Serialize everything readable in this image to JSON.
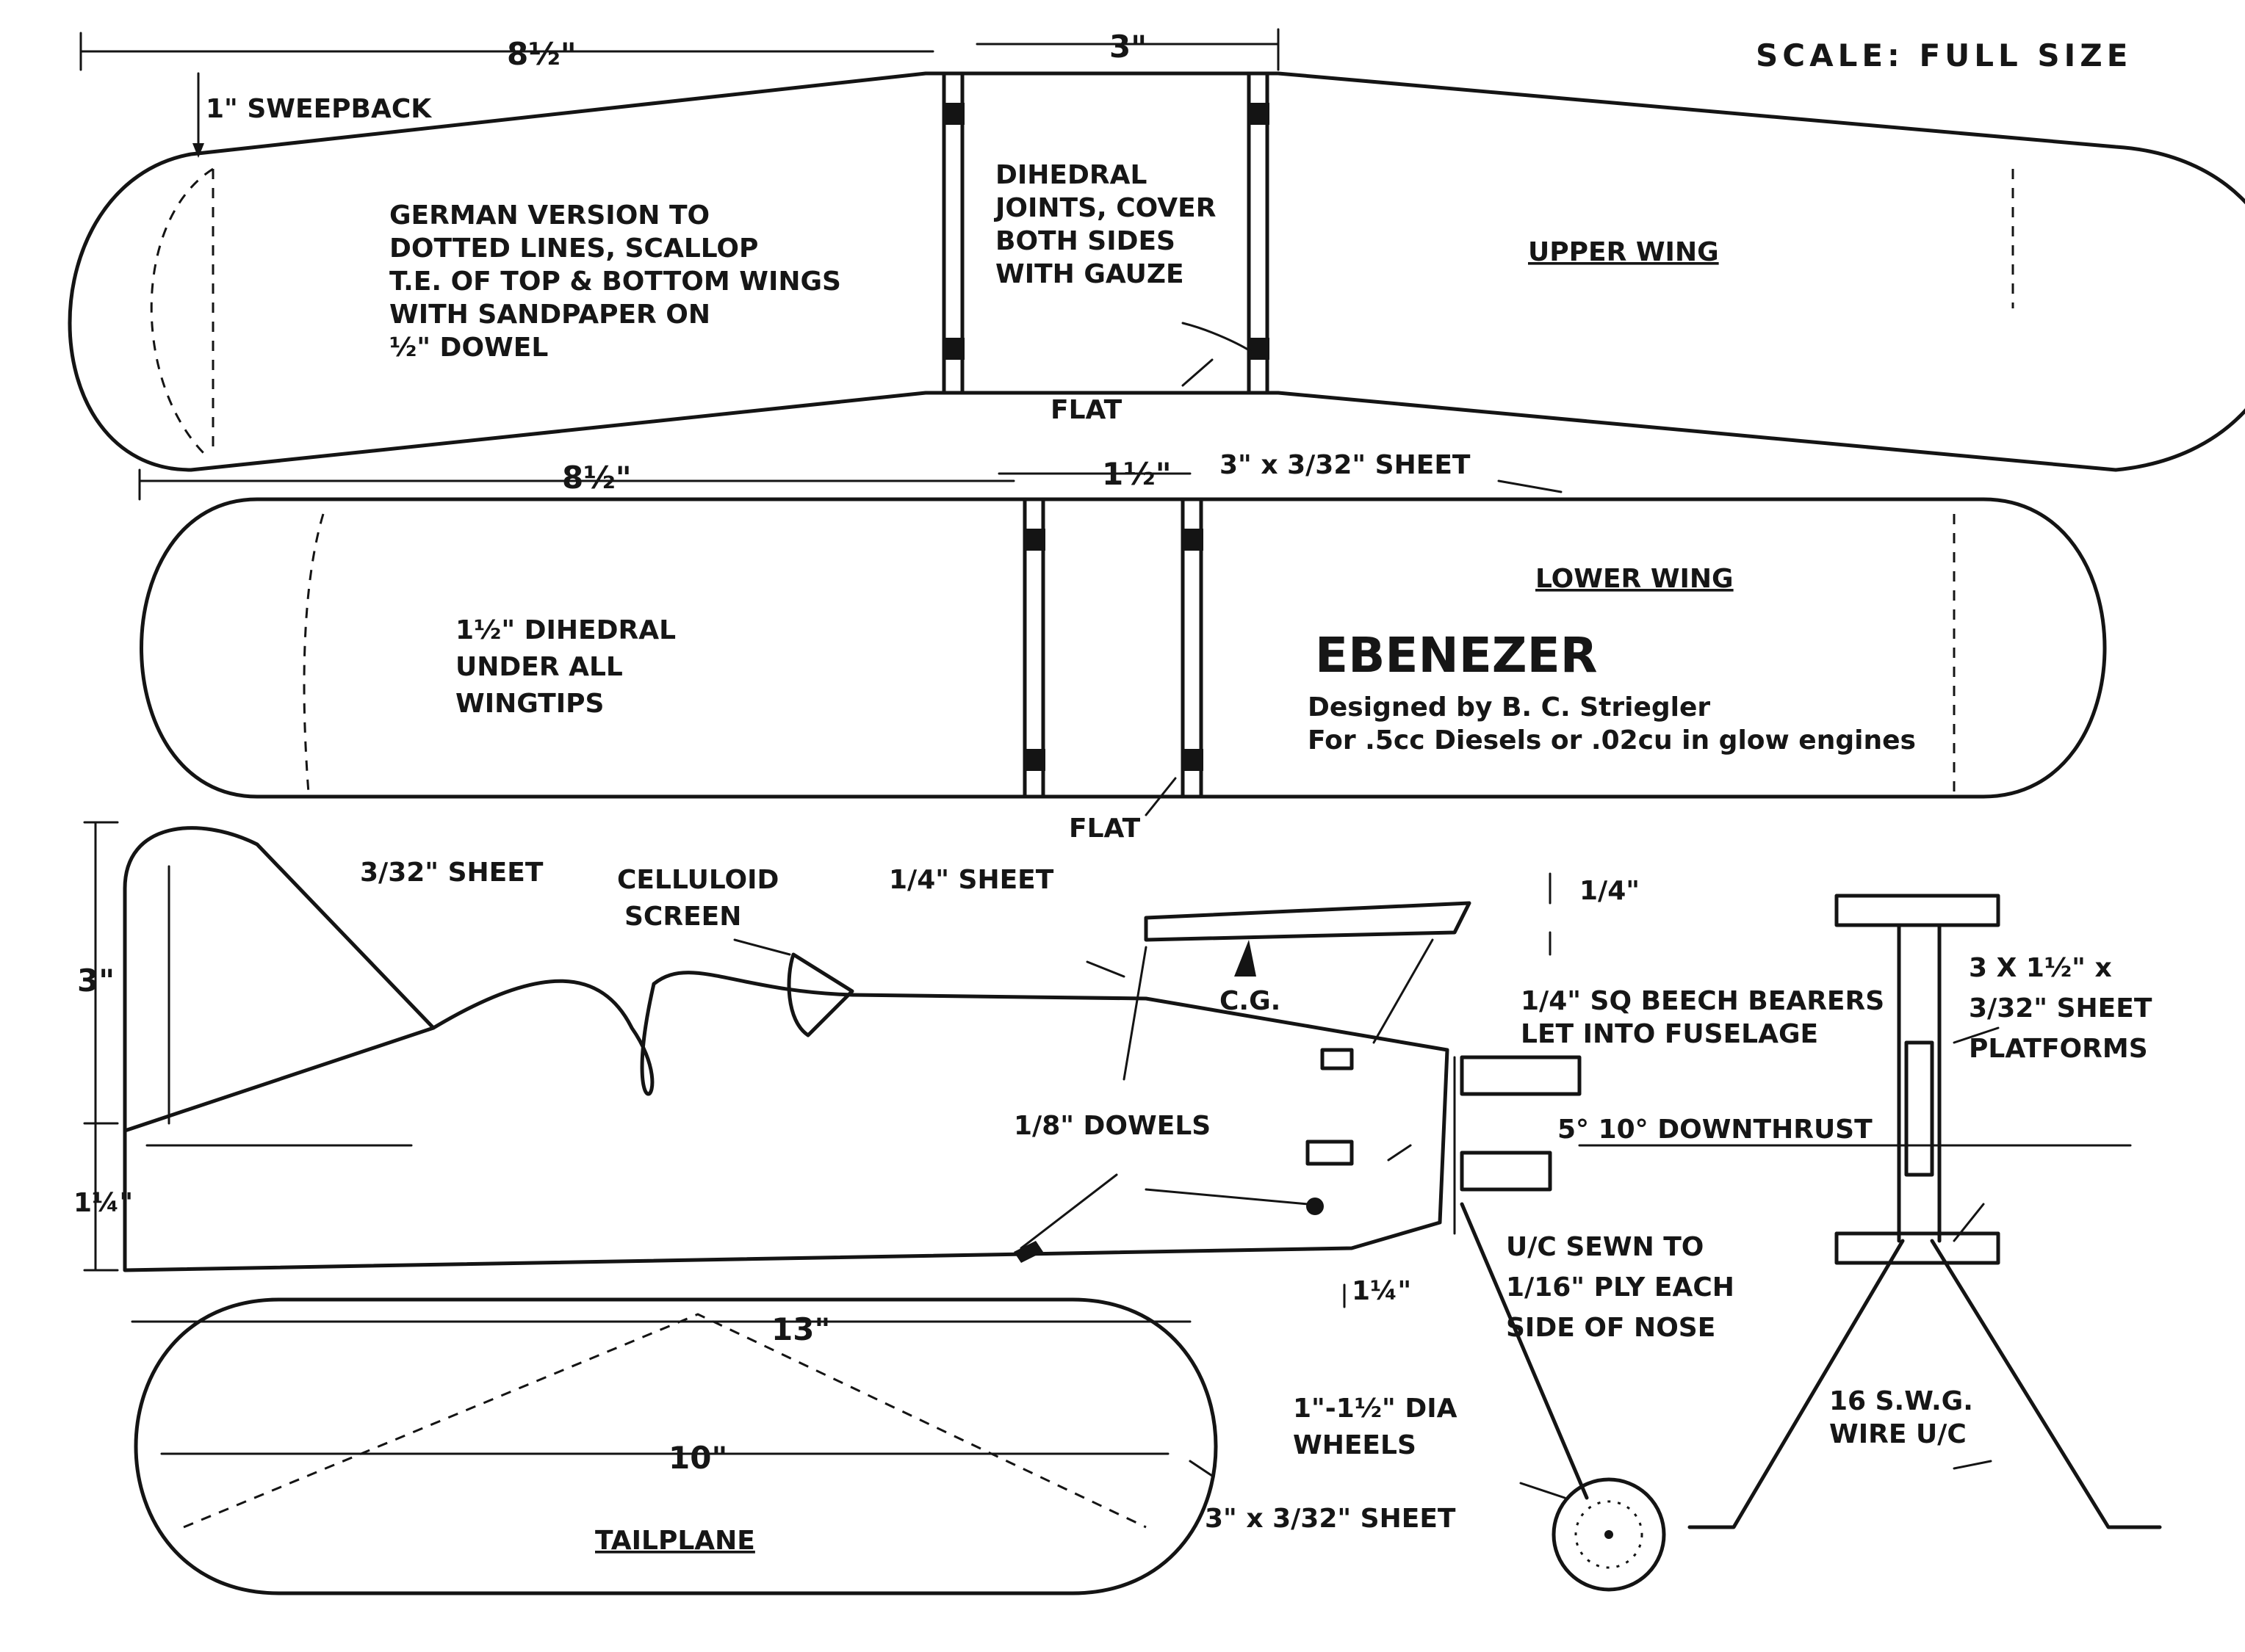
{
  "scale_note": "SCALE: FULL SIZE",
  "title": {
    "name": "EBENEZER",
    "designer": "Designed by B. C. Striegler",
    "engines": "For .5cc Diesels or .02cu in glow engines"
  },
  "upper_wing": {
    "label": "UPPER WING",
    "dim_half_span": "8½\"",
    "dim_center": "3\"",
    "sweepback": "1\" SWEEPBACK",
    "german_note": [
      "GERMAN VERSION TO",
      "DOTTED LINES, SCALLOP",
      "T.E. OF TOP & BOTTOM WINGS",
      "WITH SANDPAPER ON",
      "½\" DOWEL"
    ],
    "dihedral_note": [
      "DIHEDRAL",
      "JOINTS, COVER",
      "BOTH SIDES",
      "WITH GAUZE"
    ],
    "flat": "FLAT",
    "sheet": "3\" x 3/32\" SHEET"
  },
  "lower_wing": {
    "label": "LOWER WING",
    "dim_half_span": "8½\"",
    "dim_center": "1½\"",
    "dihedral_note": [
      "1½\" DIHEDRAL",
      "UNDER ALL",
      "WINGTIPS"
    ],
    "flat": "FLAT"
  },
  "fuselage": {
    "dim_height": "3\"",
    "dim_lower": "1¼\"",
    "fin_sheet": "3/32\" SHEET",
    "screen": [
      "CELLULOID",
      "SCREEN"
    ],
    "top_sheet": "1/4\" SHEET",
    "cg": "C.G.",
    "dim_strut": "1/4\"",
    "bearers": [
      "1/4\" SQ BEECH BEARERS",
      "LET INTO FUSELAGE"
    ],
    "dowels": "1/8\" DOWELS",
    "downthrust": "5° 10° DOWNTHRUST",
    "uc_note": [
      "U/C SEWN TO",
      "1/16\" PLY EACH",
      "SIDE OF NOSE"
    ],
    "dim_nose": "1¼\"",
    "wheels": [
      "1\"-1½\" DIA",
      "WHEELS"
    ]
  },
  "undercarriage": {
    "platforms": [
      "3 X 1½\" x",
      "3/32\" SHEET",
      "PLATFORMS"
    ],
    "wire": [
      "16 S.W.G.",
      "WIRE U/C"
    ]
  },
  "tailplane": {
    "label": "TAILPLANE",
    "dim_span": "13\"",
    "dim_inner": "10\"",
    "sheet": "3\" x 3/32\" SHEET"
  }
}
